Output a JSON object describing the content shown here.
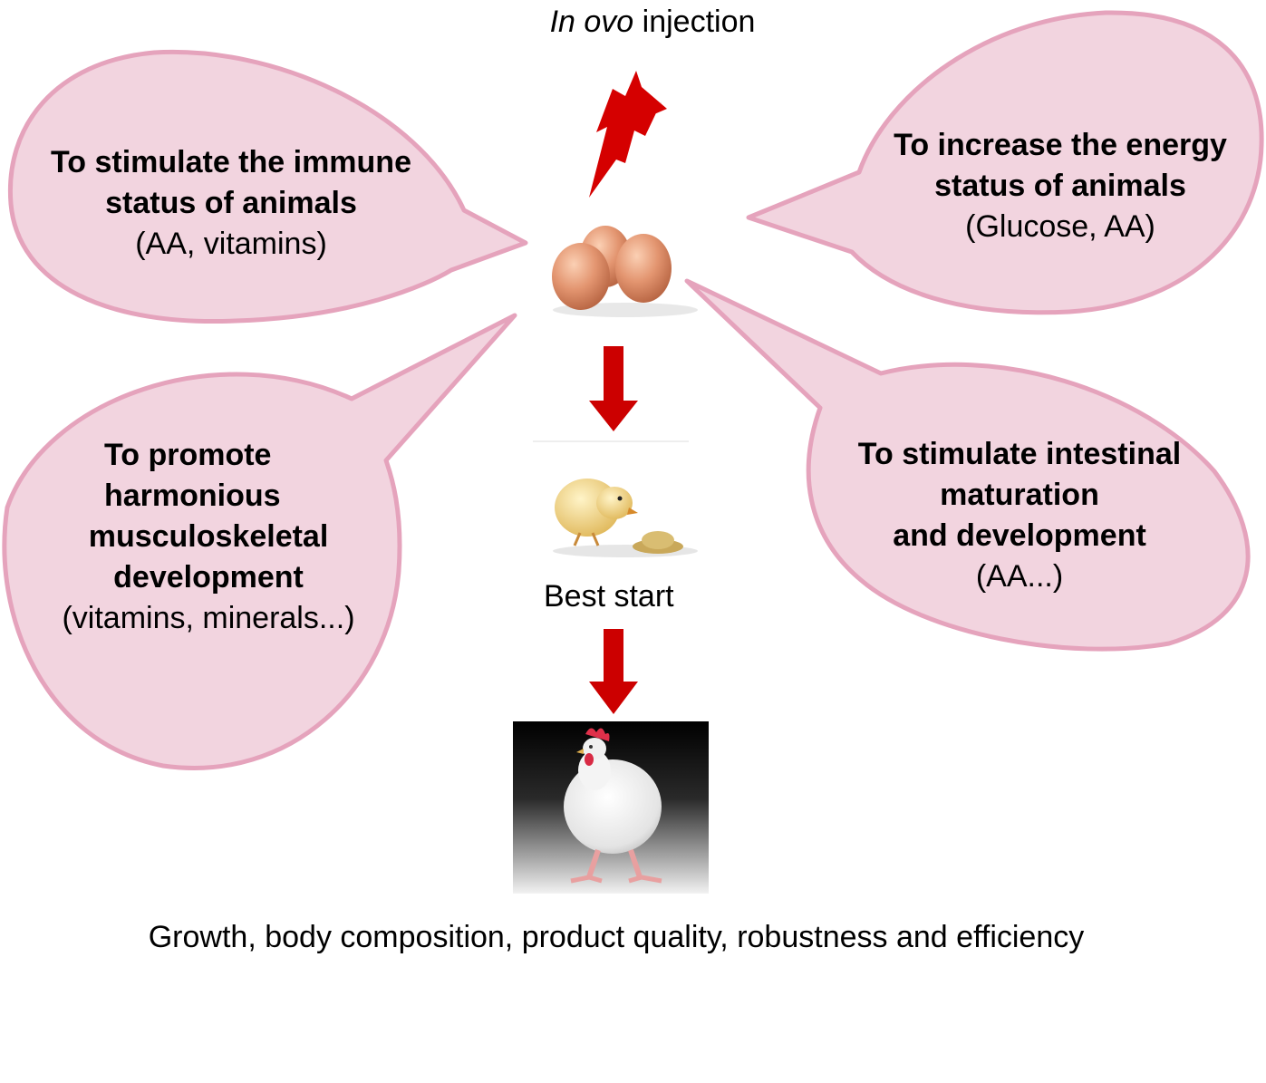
{
  "title": {
    "italic": "In ovo",
    "rest": " injection"
  },
  "bubbles": {
    "immune": {
      "heading_1": "To stimulate the immune",
      "heading_2": "status of animals",
      "detail": "(AA, vitamins)"
    },
    "energy": {
      "heading_1": "To increase the energy",
      "heading_2": "status of animals",
      "detail": "(Glucose, AA)"
    },
    "musculo": {
      "heading_1": "To promote",
      "heading_2": "harmonious",
      "heading_3": "musculoskeletal",
      "heading_4": "development",
      "detail": "(vitamins, minerals...)"
    },
    "intestinal": {
      "heading_1": "To stimulate intestinal",
      "heading_2": "maturation",
      "heading_3": "and development",
      "detail": "(AA...)"
    }
  },
  "stages": {
    "chick_caption": "Best start"
  },
  "footer": "Growth, body composition, product quality, robustness and efficiency",
  "colors": {
    "bubble_fill": "#f2d4df",
    "bubble_stroke": "#e5a3bc",
    "arrow": "#cc0000"
  },
  "icons": [
    "lightning-bolt-icon",
    "eggs-icon",
    "chick-icon",
    "hen-icon",
    "arrow-down-icon"
  ]
}
